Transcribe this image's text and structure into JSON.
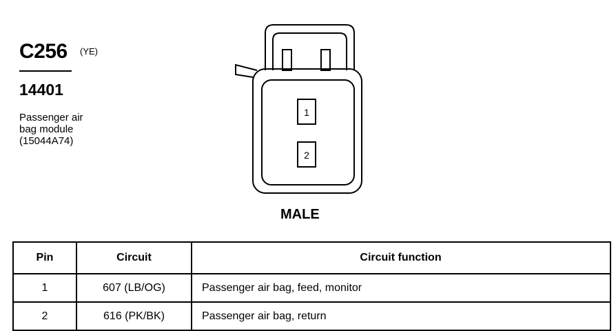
{
  "connector": {
    "code": "C256",
    "color": "(YE)",
    "part_number": "14401",
    "description_lines": [
      "Passenger air",
      "bag module",
      "(15044A74)"
    ],
    "gender": "MALE",
    "pins": [
      "1",
      "2"
    ]
  },
  "table": {
    "headers": {
      "pin": "Pin",
      "circuit": "Circuit",
      "function": "Circuit function"
    },
    "rows": [
      {
        "pin": "1",
        "circuit": "607 (LB/OG)",
        "function": "Passenger air bag, feed, monitor"
      },
      {
        "pin": "2",
        "circuit": "616 (PK/BK)",
        "function": "Passenger air bag, return"
      }
    ]
  }
}
